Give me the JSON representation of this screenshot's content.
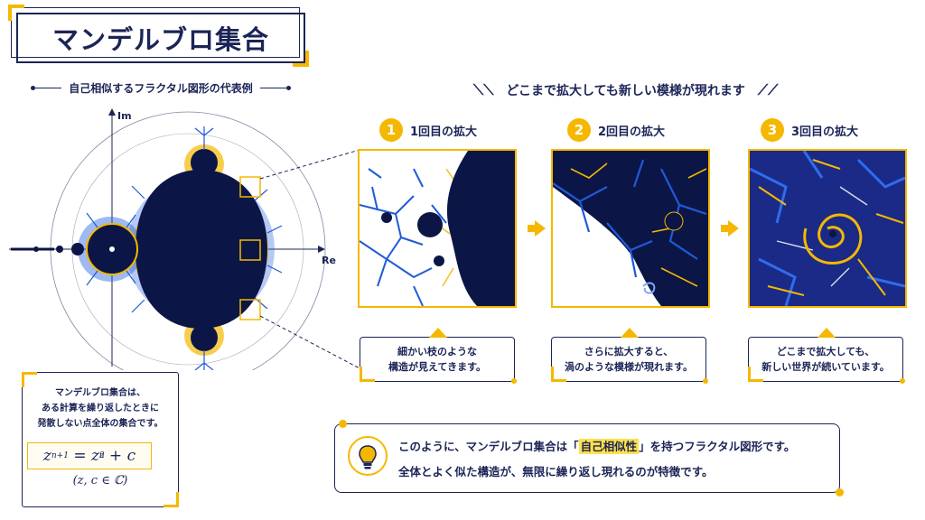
{
  "title": "マンデルブロ集合",
  "subtitle": "自己相似するフラクタル図形の代表例",
  "heading": "どこまで拡大しても新しい模様が現れます",
  "axes": {
    "im": "Im",
    "re": "Re"
  },
  "steps": [
    {
      "num": "1",
      "label": "1回目の拡大",
      "caption_line1": "細かい枝のような",
      "caption_line2": "構造が見えてきます。"
    },
    {
      "num": "2",
      "label": "2回目の拡大",
      "caption_line1": "さらに拡大すると、",
      "caption_line2": "渦のような模様が現れます。"
    },
    {
      "num": "3",
      "label": "3回目の拡大",
      "caption_line1": "どこまで拡大しても、",
      "caption_line2": "新しい世界が続いています。"
    }
  ],
  "formula": {
    "desc_line1": "マンデルブロ集合は、",
    "desc_line2": "ある計算を繰り返したときに",
    "desc_line3": "発散しない点全体の集合です。",
    "equation": "z",
    "domain": "(z, c ∈ ℂ)"
  },
  "summary": {
    "line1_pre": "このように、マンデルブロ集合は「",
    "line1_hl": "自己相似性",
    "line1_post": "」を持つフラクタル図形です。",
    "line2": "全体とよく似た構造が、無限に繰り返し現れるのが特徴です。"
  },
  "colors": {
    "navy": "#1b2456",
    "accent": "#f5b800",
    "deep": "#0b1646",
    "blue": "#1f5ad8"
  }
}
